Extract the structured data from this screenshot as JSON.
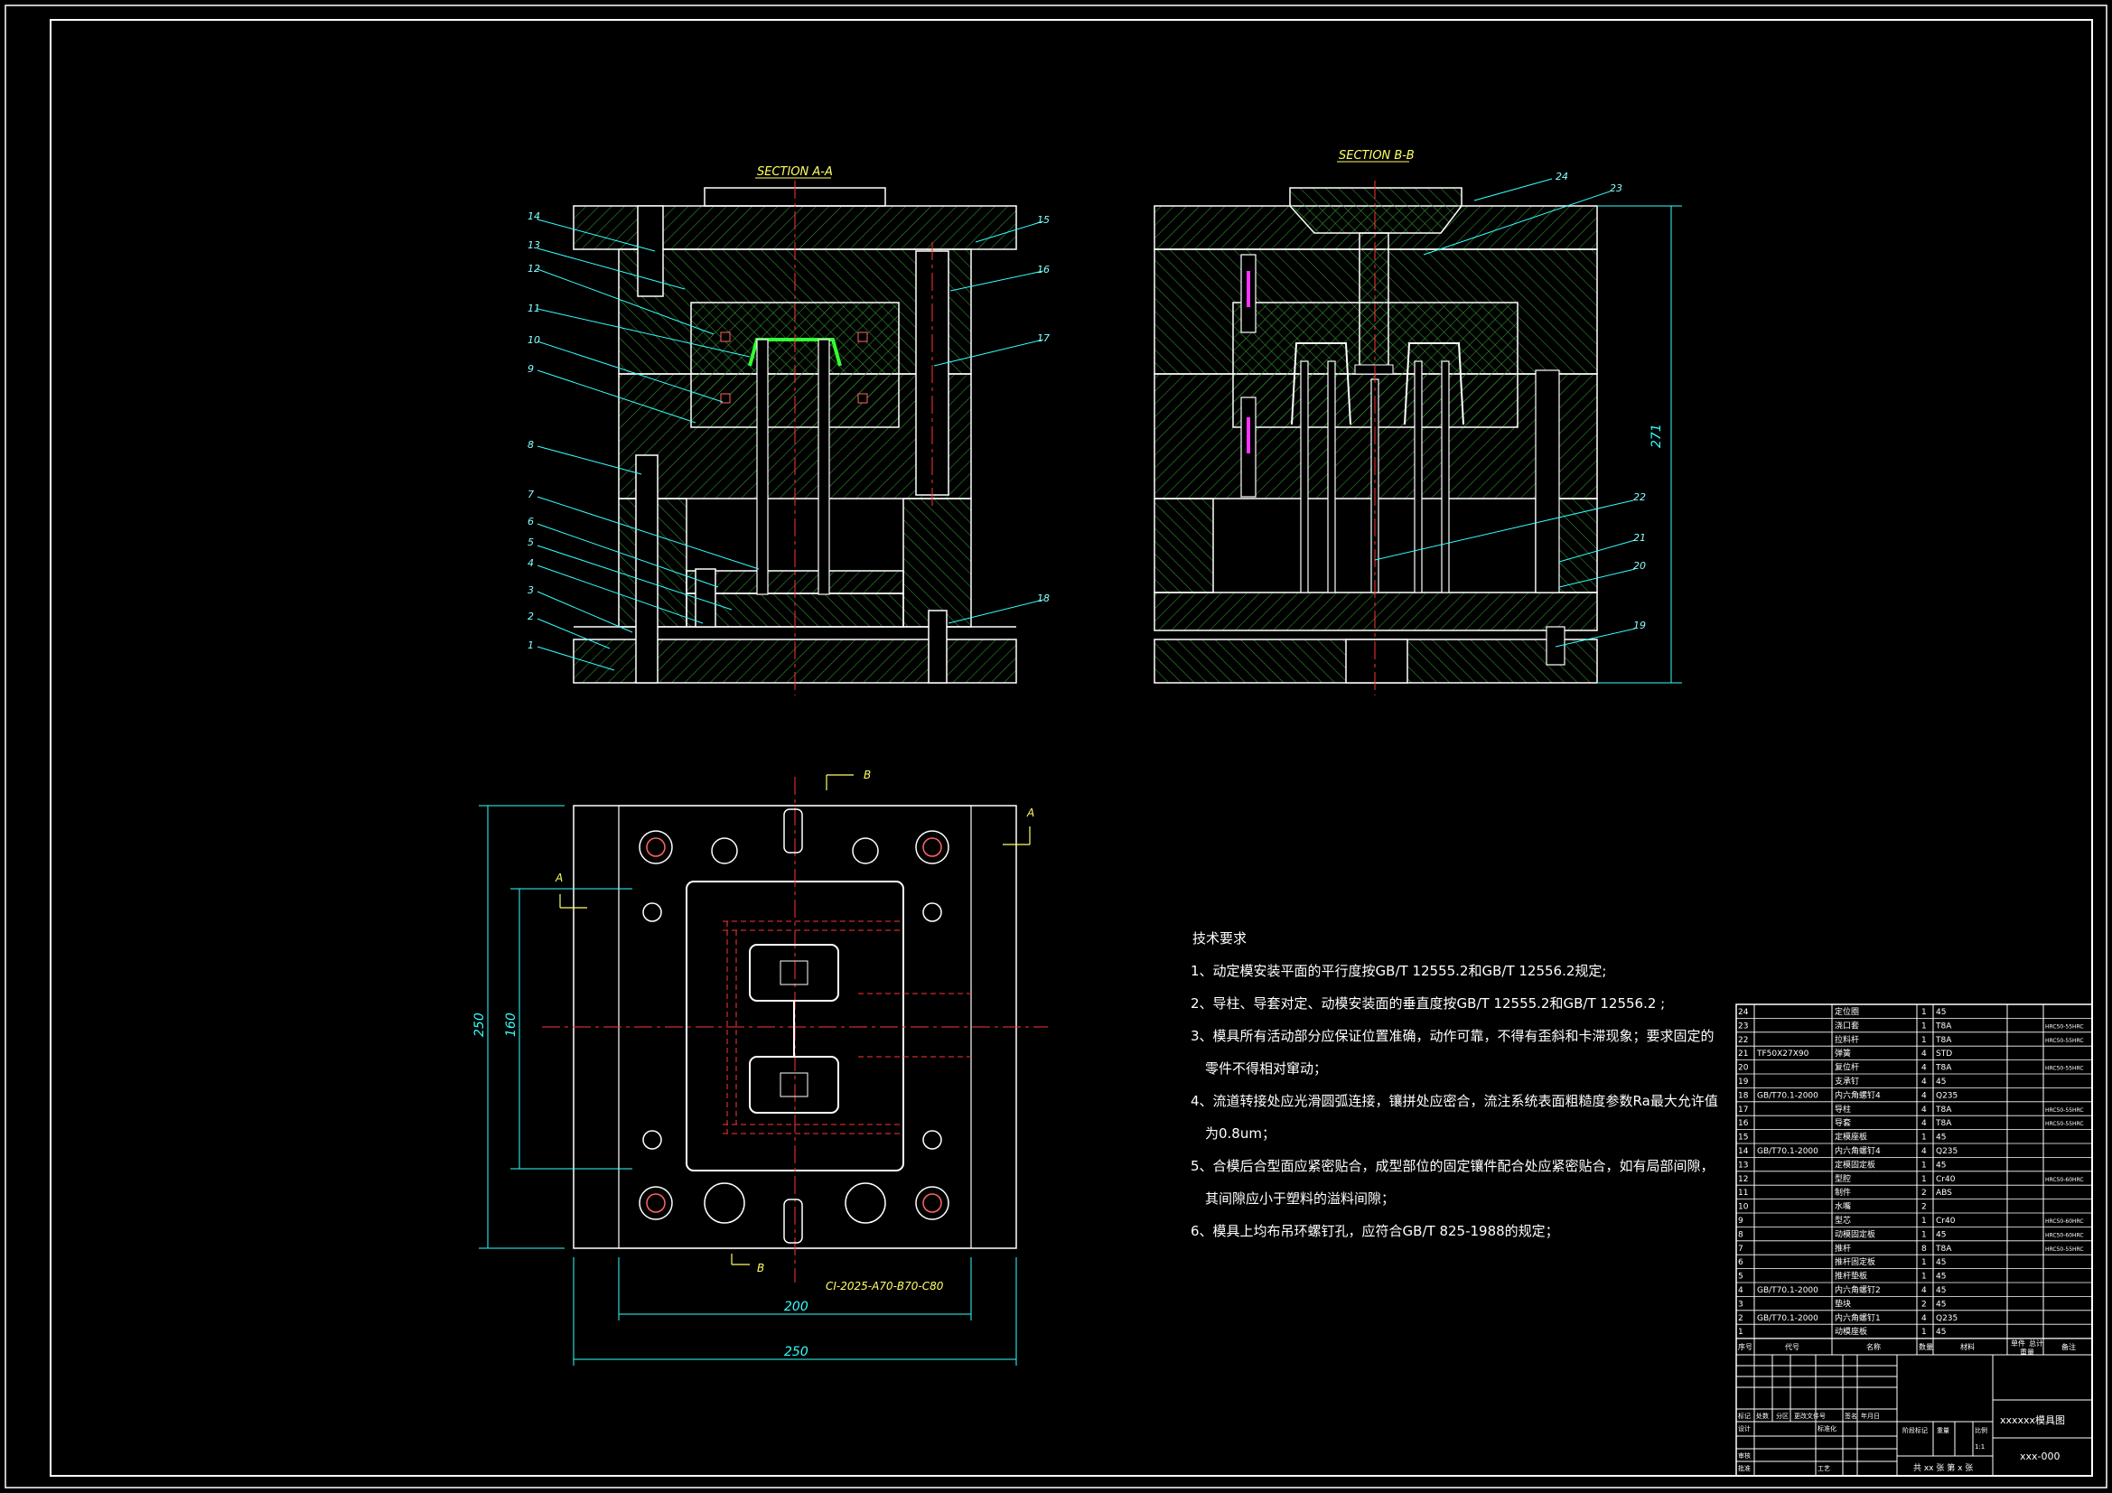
{
  "views": {
    "section_aa_title": "SECTION A-A",
    "section_bb_title": "SECTION B-B",
    "base_label": "CI-2025-A70-B70-C80",
    "callouts_aa": [
      "14",
      "13",
      "12",
      "11",
      "10",
      "9",
      "8",
      "7",
      "6",
      "5",
      "4",
      "3",
      "2",
      "1",
      "15",
      "16",
      "17",
      "18"
    ],
    "callouts_bb": [
      "24",
      "23",
      "22",
      "21",
      "20",
      "19"
    ],
    "dims": {
      "height": "271",
      "w250_top": "250",
      "w200": "200",
      "w250_bottom": "250",
      "h250": "250",
      "h160": "160"
    },
    "section_marks": {
      "a": "A",
      "b": "B"
    }
  },
  "tech": {
    "heading": "技术要求",
    "lines": [
      "1、动定模安装平面的平行度按GB/T 12555.2和GB/T 12556.2规定;",
      "2、导柱、导套对定、动模安装面的垂直度按GB/T 12555.2和GB/T 12556.2 ;",
      "3、模具所有活动部分应保证位置准确，动作可靠，不得有歪斜和卡滞现象；要求固定的",
      "零件不得相对窜动；",
      "4、流道转接处应光滑圆弧连接，镶拼处应密合，流注系统表面粗糙度参数Ra最大允许值",
      "为0.8um；",
      "5、合模后合型面应紧密贴合，成型部位的固定镶件配合处应紧密贴合，如有局部间隙，",
      "其间隙应小于塑料的溢料间隙；",
      "6、模具上均布吊环螺钉孔，应符合GB/T 825-1988的规定；"
    ]
  },
  "bom": {
    "rows": [
      {
        "no": "24",
        "std": "",
        "name": "定位圈",
        "qty": "1",
        "mat": "45",
        "note": ""
      },
      {
        "no": "23",
        "std": "",
        "name": "浇口套",
        "qty": "1",
        "mat": "T8A",
        "note": "HRC50-55HRC"
      },
      {
        "no": "22",
        "std": "",
        "name": "拉料杆",
        "qty": "1",
        "mat": "T8A",
        "note": "HRC50-55HRC"
      },
      {
        "no": "21",
        "std": "TF50X27X90",
        "name": "弹簧",
        "qty": "4",
        "mat": "STD",
        "note": ""
      },
      {
        "no": "20",
        "std": "",
        "name": "复位杆",
        "qty": "4",
        "mat": "T8A",
        "note": "HRC50-55HRC"
      },
      {
        "no": "19",
        "std": "",
        "name": "支承钉",
        "qty": "4",
        "mat": "45",
        "note": ""
      },
      {
        "no": "18",
        "std": "GB/T70.1-2000",
        "name": "内六角螺钉4",
        "qty": "4",
        "mat": "Q235",
        "note": ""
      },
      {
        "no": "17",
        "std": "",
        "name": "导柱",
        "qty": "4",
        "mat": "T8A",
        "note": "HRC50-55HRC"
      },
      {
        "no": "16",
        "std": "",
        "name": "导套",
        "qty": "4",
        "mat": "T8A",
        "note": "HRC50-55HRC"
      },
      {
        "no": "15",
        "std": "",
        "name": "定模座板",
        "qty": "1",
        "mat": "45",
        "note": ""
      },
      {
        "no": "14",
        "std": "GB/T70.1-2000",
        "name": "内六角螺钉4",
        "qty": "4",
        "mat": "Q235",
        "note": ""
      },
      {
        "no": "13",
        "std": "",
        "name": "定模固定板",
        "qty": "1",
        "mat": "45",
        "note": ""
      },
      {
        "no": "12",
        "std": "",
        "name": "型腔",
        "qty": "1",
        "mat": "Cr40",
        "note": "HRC50-60HRC"
      },
      {
        "no": "11",
        "std": "",
        "name": "制件",
        "qty": "2",
        "mat": "ABS",
        "note": ""
      },
      {
        "no": "10",
        "std": "",
        "name": "水嘴",
        "qty": "2",
        "mat": "",
        "note": ""
      },
      {
        "no": "9",
        "std": "",
        "name": "型芯",
        "qty": "1",
        "mat": "Cr40",
        "note": "HRC50-60HRC"
      },
      {
        "no": "8",
        "std": "",
        "name": "动模固定板",
        "qty": "1",
        "mat": "45",
        "note": "HRC50-60HRC"
      },
      {
        "no": "7",
        "std": "",
        "name": "推杆",
        "qty": "8",
        "mat": "T8A",
        "note": "HRC50-55HRC"
      },
      {
        "no": "6",
        "std": "",
        "name": "推杆固定板",
        "qty": "1",
        "mat": "45",
        "note": ""
      },
      {
        "no": "5",
        "std": "",
        "name": "推杆垫板",
        "qty": "1",
        "mat": "45",
        "note": ""
      },
      {
        "no": "4",
        "std": "GB/T70.1-2000",
        "name": "内六角螺钉2",
        "qty": "4",
        "mat": "45",
        "note": ""
      },
      {
        "no": "3",
        "std": "",
        "name": "垫块",
        "qty": "2",
        "mat": "45",
        "note": ""
      },
      {
        "no": "2",
        "std": "GB/T70.1-2000",
        "name": "内六角螺钉1",
        "qty": "4",
        "mat": "Q235",
        "note": ""
      },
      {
        "no": "1",
        "std": "",
        "name": "动模座板",
        "qty": "1",
        "mat": "45",
        "note": ""
      }
    ],
    "header": {
      "no": "序号",
      "std": "代号",
      "name": "名称",
      "qty": "数量",
      "mat": "材料",
      "unit": "单件",
      "total": "总计",
      "weight": "重量",
      "note": "备注"
    },
    "title": "xxxxxx模具图",
    "drawing_no": "xxx-000",
    "scale": "1:1",
    "sheets": "共 xx 张  第 x 张",
    "labels": {
      "design": "设计",
      "check": "审核",
      "process": "工艺",
      "approve": "批准",
      "mark": "标记",
      "count": "处数",
      "zone": "分区",
      "change": "更改文件号",
      "sign": "签名",
      "date": "年月日",
      "std": "标准化",
      "stage": "阶段标记",
      "weight": "重量",
      "scale": "比例"
    }
  }
}
